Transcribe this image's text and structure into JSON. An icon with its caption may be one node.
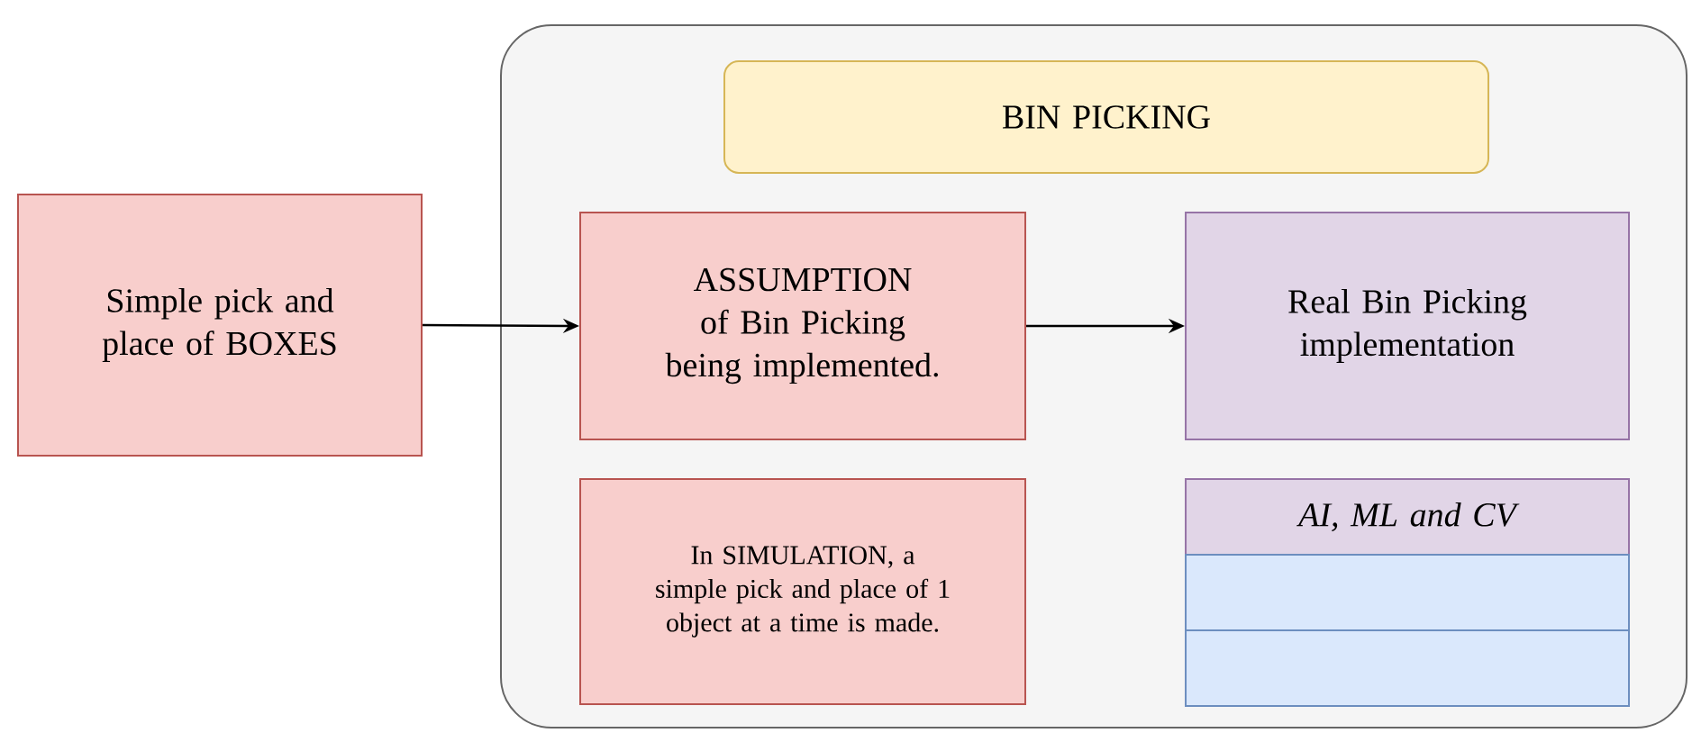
{
  "diagram": {
    "nodes": [
      {
        "text": [],
        "shape": "box"
      },
      {
        "text": [
          "BIN PICKING"
        ],
        "in": 0
      },
      {
        "text": [
          "Simple pick and place of BOXES"
        ]
      },
      {
        "text": [
          "ASSUMPTION of Bin Picking being implemented."
        ],
        "in": 0
      },
      {
        "text": [
          "Real Bin Picking implementation"
        ],
        "in": 0
      },
      {
        "text": [
          "In SIMULATION, a simple pick and place of 1 object at a time is made."
        ],
        "in": 0
      },
      {
        "text": [
          "AI, ML and CV"
        ],
        "in": 0
      },
      {
        "text": [],
        "shape": "box",
        "in": 0
      },
      {
        "text": [],
        "shape": "box",
        "in": 0
      }
    ],
    "edges": [
      {
        "from": 2,
        "to": 3,
        "arrow": "to"
      },
      {
        "from": 3,
        "to": 4,
        "arrow": "to"
      }
    ]
  }
}
